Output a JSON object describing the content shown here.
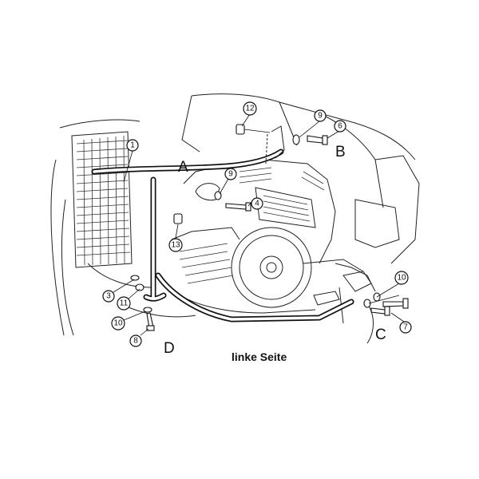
{
  "caption": "linke Seite",
  "letters": {
    "a": "A",
    "b": "B",
    "c": "C",
    "d": "D"
  },
  "callouts": {
    "c1": "1",
    "c3": "3",
    "c4": "4",
    "c6": "6",
    "c7": "7",
    "c8": "8",
    "c9a": "9",
    "c9b": "9",
    "c10a": "10",
    "c10b": "10",
    "c11": "11",
    "c12": "12",
    "c13": "13"
  }
}
